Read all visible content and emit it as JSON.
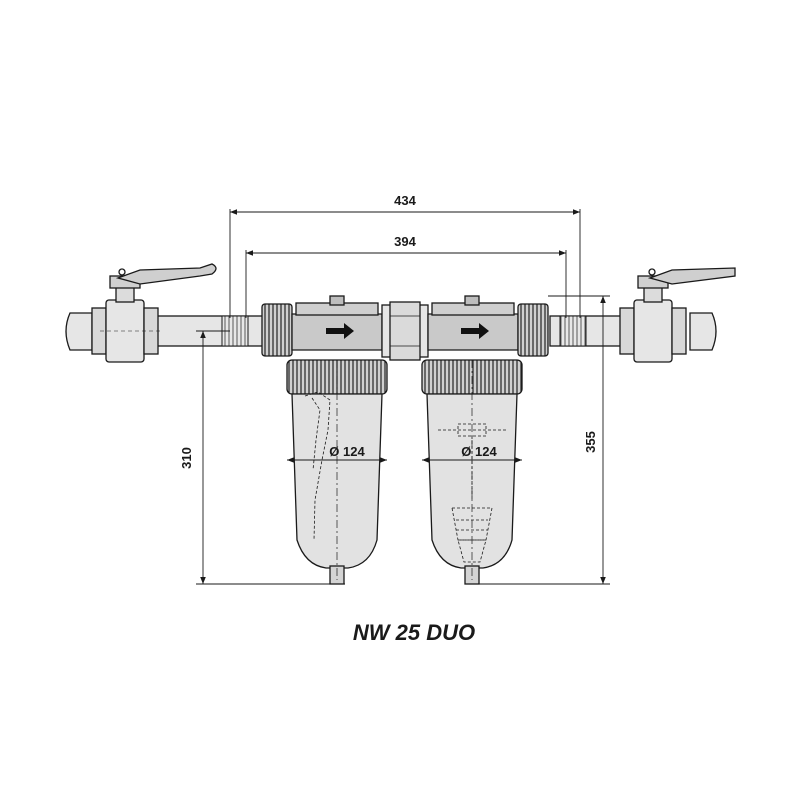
{
  "title": "NW 25 DUO",
  "dimensions": {
    "overall_width": "434",
    "connection_width": "394",
    "height_to_pipe_axis": "310",
    "total_height": "355",
    "bowl_diameter_left": "Ø 124",
    "bowl_diameter_right": "Ø 124"
  },
  "colors": {
    "line": "#1a1a1a",
    "body_fill": "#c9c9c9",
    "bowl_fill": "#e2e2e2",
    "pipe_fill": "#e6e6e6",
    "background": "#ffffff"
  }
}
